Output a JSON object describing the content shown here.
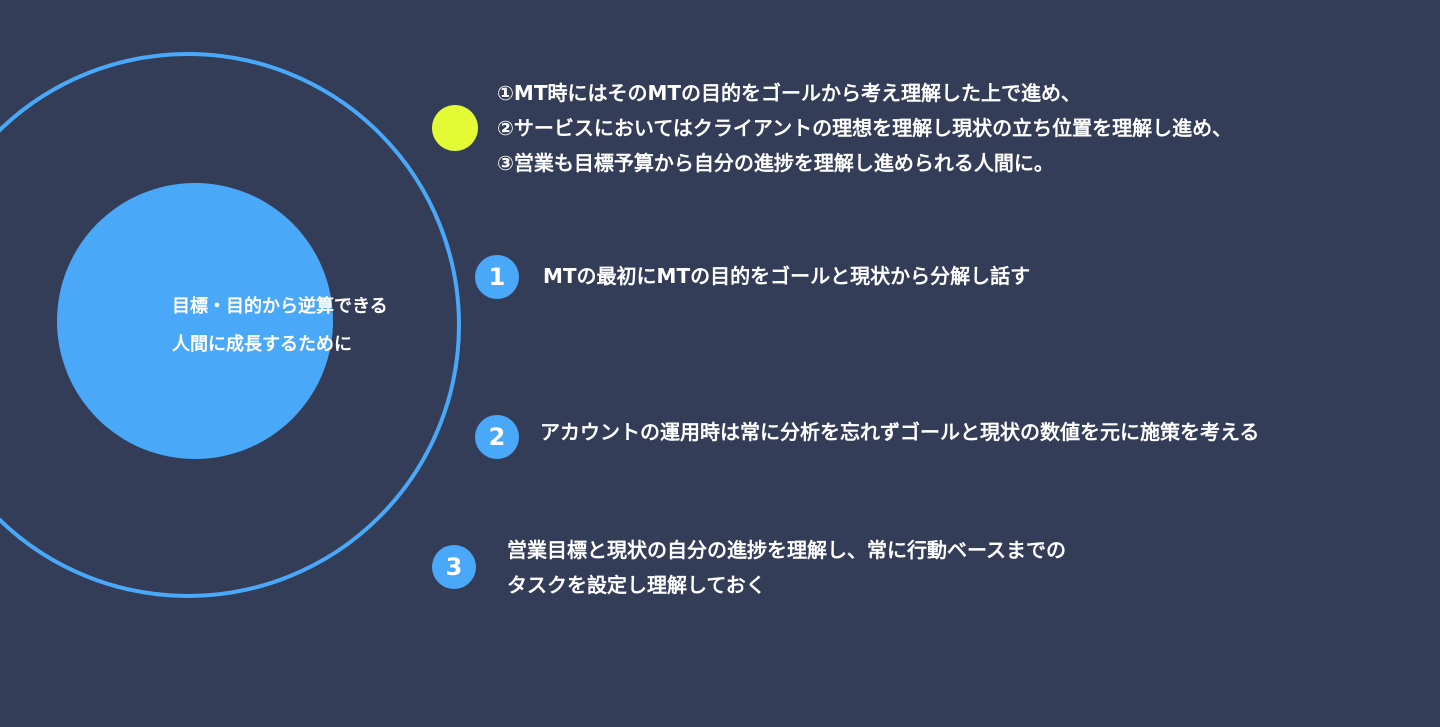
{
  "colors": {
    "background": "#333d58",
    "accent_blue": "#4aa8f8",
    "accent_yellow": "#e3fb35"
  },
  "center": {
    "lines": [
      "目標・目的から逆算できる",
      "人間に成長するために"
    ]
  },
  "summary": {
    "lines": [
      "①MT時にはそのMTの目的をゴールから考え理解した上で進め、",
      "②サービスにおいてはクライアントの理想を理解し現状の立ち位置を理解し進め、",
      "③営業も目標予算から自分の進捗を理解し進められる人間に。"
    ]
  },
  "items": [
    {
      "number": "1",
      "lines": [
        "MTの最初にMTの目的をゴールと現状から分解し話す"
      ]
    },
    {
      "number": "2",
      "lines": [
        "アカウントの運用時は常に分析を忘れずゴールと現状の数値を元に施策を考える"
      ]
    },
    {
      "number": "3",
      "lines": [
        "営業目標と現状の自分の進捗を理解し、常に行動ベースまでの",
        "タスクを設定し理解しておく"
      ]
    }
  ]
}
